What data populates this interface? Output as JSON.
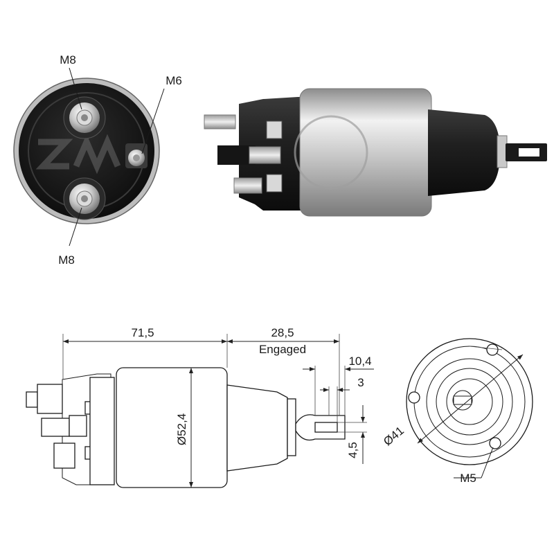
{
  "photo_labels": {
    "end_view_top_thread": "M8",
    "end_view_bottom_thread": "M8",
    "end_view_side_thread": "M6"
  },
  "dimensions": {
    "body_length": "71,5",
    "engaged_travel": "28,5",
    "engaged_note": "Engaged",
    "tab_length": "10,4",
    "tab_offset": "3",
    "tab_hole": "4,5",
    "body_diameter": "Ø52,4",
    "bolt_circle": "Ø41",
    "flange_thread": "M5"
  },
  "colors": {
    "steel": "#c9c9c9",
    "dark_housing": "#1e1e1e",
    "line": "#1a1a1a"
  }
}
